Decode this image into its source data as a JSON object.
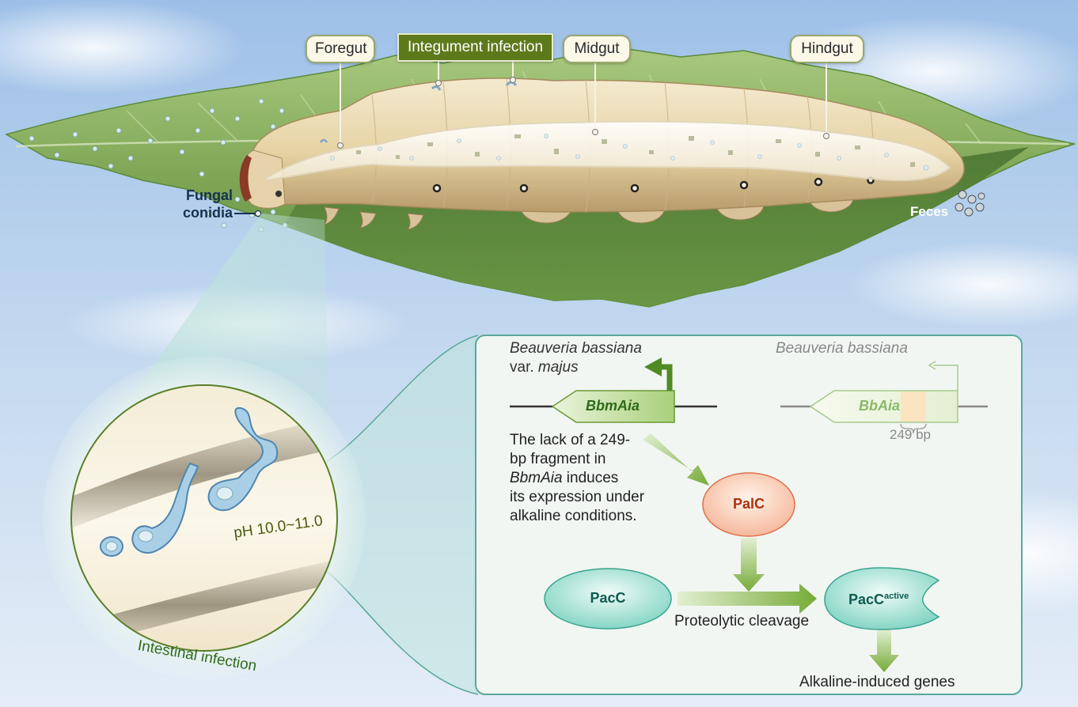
{
  "labels": {
    "foregut": "Foregut",
    "integument": "Integument infection",
    "midgut": "Midgut",
    "hindgut": "Hindgut",
    "fungal_conidia": [
      "Fungal",
      "conidia"
    ],
    "feces": "Feces",
    "ph": "pH 10.0~11.0",
    "intestinal": "Intestinal infection"
  },
  "panel": {
    "species_left": "Beauveria bassiana",
    "species_left_var_prefix": "var. ",
    "species_left_var": "majus",
    "species_right": "Beauveria bassiana",
    "gene_left": "BbmAia",
    "gene_right": "BbAia",
    "fragment_size": "249 bp",
    "note_lines": [
      "The lack of a 249-",
      "bp fragment in",
      "BbmAia",
      " induces",
      "its expression under",
      "alkaline conditions."
    ],
    "palc": "PalC",
    "pacc": "PacC",
    "pacc_active": "PacC",
    "pacc_active_sup": "active",
    "cleavage": "Proteolytic cleavage",
    "genes": "Alkaline-induced genes"
  },
  "colors": {
    "sky_top": "#8fb3e0",
    "leaf": "#7fa855",
    "larva": "#eedfb8",
    "panel_bg": "#f1f6f3",
    "panel_border": "#5aa89a",
    "arrow_green": "#7cad3a",
    "gene_left_fill": "#a6cf78",
    "gene_right_fill": "#e4efd2",
    "palc_fill": "#f8c7b1",
    "palc_text": "#a8320f",
    "pacc_fill": "#9fe0d2",
    "pacc_text": "#0f5b4f",
    "fragment": "#fbe4c0"
  }
}
